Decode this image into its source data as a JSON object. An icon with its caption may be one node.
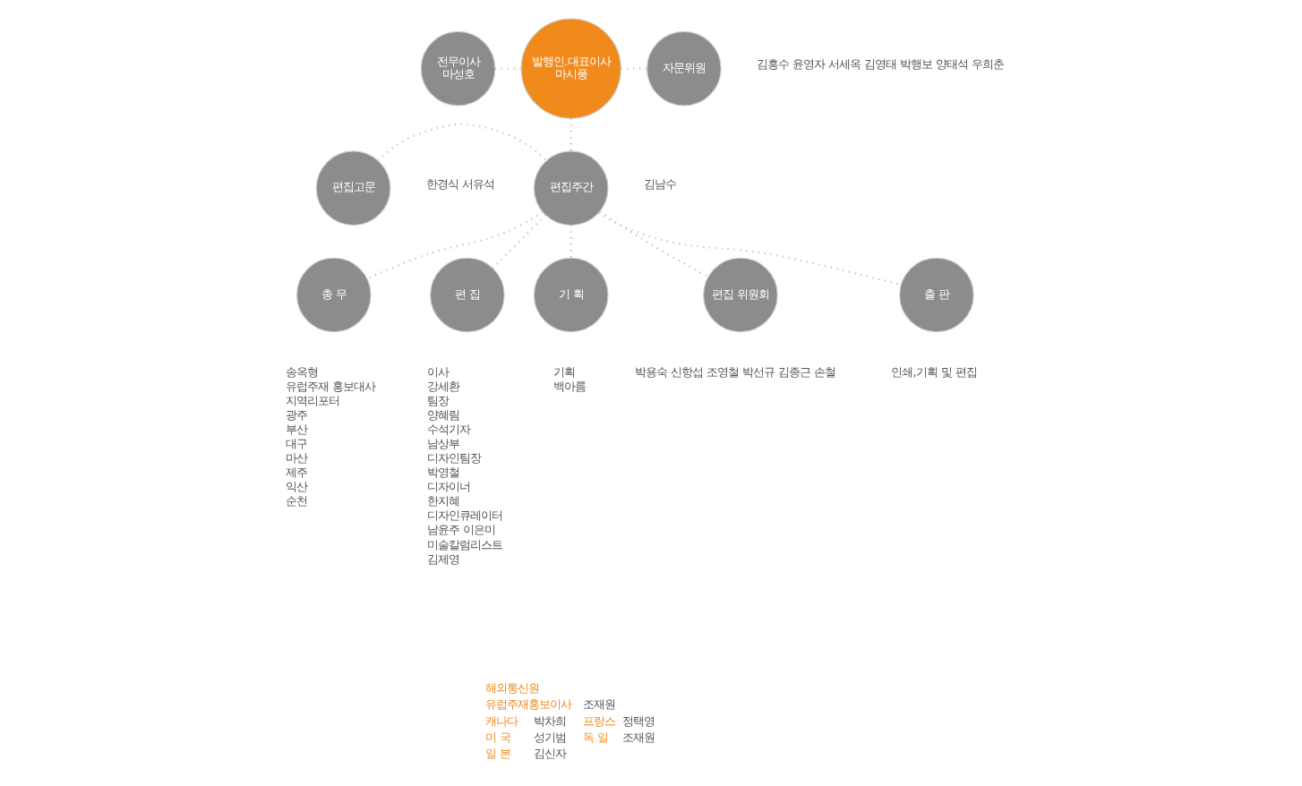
{
  "diagram": {
    "nodes": [
      {
        "text": [
          "발행인.대표이사",
          "마시풍"
        ]
      },
      {
        "text": [
          "전무이사",
          "마성호"
        ]
      },
      {
        "text": [
          "자문위원"
        ],
        "beside": [
          "김흥수 윤영자 서세옥 김영태 박행보 양태석 우희춘"
        ]
      },
      {
        "text": [
          "편집고문"
        ],
        "beside": [
          "한경식 서유석"
        ]
      },
      {
        "text": [
          "편집주간"
        ],
        "beside": [
          "김남수"
        ]
      },
      {
        "text": [
          "총 무"
        ],
        "beside": [
          "송옥형",
          "유럽주재 홍보대사",
          "지역리포터",
          "광주",
          "부산",
          "대구",
          "마산",
          "제주",
          "익산",
          "순천"
        ]
      },
      {
        "text": [
          "편 집"
        ],
        "beside": [
          "이사",
          "강세환",
          "팀장",
          "양혜림",
          "수석기자",
          "남상부",
          "디자인팀장",
          "박영철",
          "디자이너",
          "한지혜",
          "디자인큐레이터",
          "남윤주 이은미",
          "미술칼럼리스트",
          "김제영"
        ]
      },
      {
        "text": [
          "기 획"
        ],
        "beside": [
          "기획",
          "백아름"
        ]
      },
      {
        "text": [
          "편집 위원회"
        ],
        "beside": [
          "박용숙 신항섭 조영철 박선규 김종근 손철"
        ]
      },
      {
        "text": [
          "출 판"
        ],
        "beside": [
          "인쇄,기획 및 편집"
        ]
      }
    ],
    "edges": [
      {
        "from": 1,
        "to": 0,
        "arrow": "none"
      },
      {
        "from": 0,
        "to": 2,
        "arrow": "none"
      },
      {
        "from": 0,
        "to": 4,
        "arrow": "none"
      },
      {
        "from": 3,
        "to": 4,
        "arrow": "none"
      },
      {
        "from": 4,
        "to": 5,
        "arrow": "none"
      },
      {
        "from": 4,
        "to": 6,
        "arrow": "none"
      },
      {
        "from": 4,
        "to": 7,
        "arrow": "none"
      },
      {
        "from": 4,
        "to": 8,
        "arrow": "none"
      },
      {
        "from": 4,
        "to": 9,
        "arrow": "none"
      }
    ],
    "labels": [
      "해외통신원",
      "유럽주재홍보이사",
      "조재원",
      "캐나다",
      "박차희",
      "프랑스",
      "정택영",
      "미 국",
      "성기범",
      "독 일",
      "조재원",
      "일 본",
      "김신자"
    ]
  }
}
